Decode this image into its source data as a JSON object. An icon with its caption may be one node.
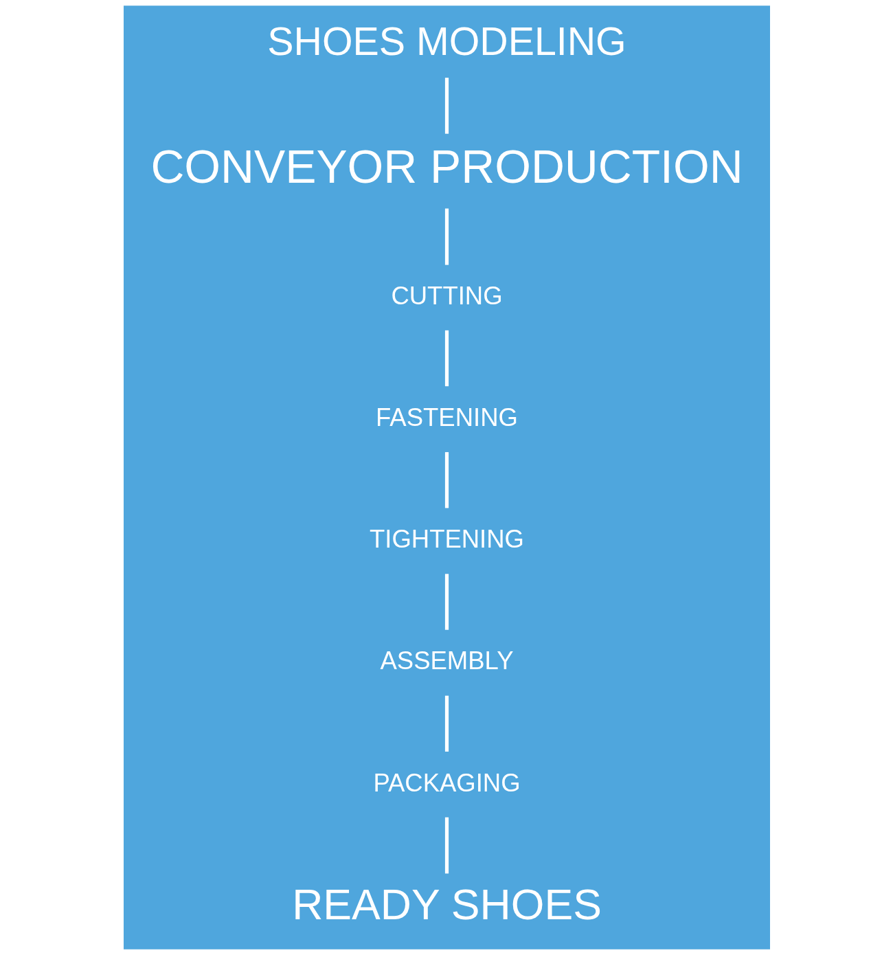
{
  "diagram": {
    "nodes": [
      {
        "text": [
          "SHOES MODELING"
        ]
      },
      {
        "text": [
          "CONVEYOR PRODUCTION"
        ]
      },
      {
        "text": [
          "CUTTING"
        ]
      },
      {
        "text": [
          "FASTENING"
        ]
      },
      {
        "text": [
          "TIGHTENING"
        ]
      },
      {
        "text": [
          "ASSEMBLY"
        ]
      },
      {
        "text": [
          "PACKAGING"
        ]
      },
      {
        "text": [
          "READY SHOES"
        ]
      }
    ],
    "edges": [
      {
        "from": 0,
        "to": 1,
        "arrow": "none"
      },
      {
        "from": 1,
        "to": 2,
        "arrow": "none"
      },
      {
        "from": 2,
        "to": 3,
        "arrow": "none"
      },
      {
        "from": 3,
        "to": 4,
        "arrow": "none"
      },
      {
        "from": 4,
        "to": 5,
        "arrow": "none"
      },
      {
        "from": 5,
        "to": 6,
        "arrow": "none"
      },
      {
        "from": 6,
        "to": 7,
        "arrow": "none"
      }
    ]
  }
}
